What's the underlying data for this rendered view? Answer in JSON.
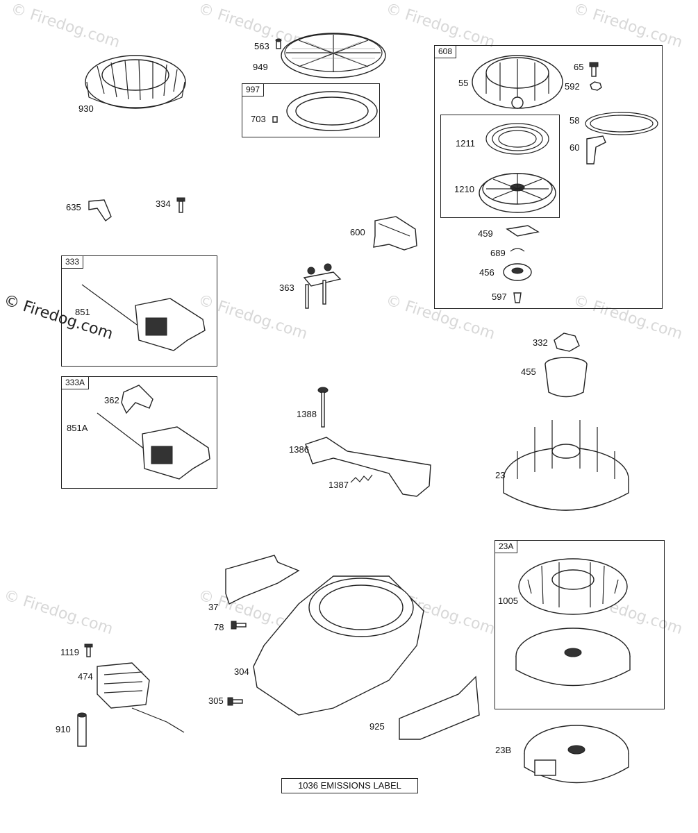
{
  "watermark": {
    "text": "© Firedog.com"
  },
  "group_tags": {
    "g997": "997",
    "g608": "608",
    "g333": "333",
    "g333A": "333A",
    "g23A": "23A"
  },
  "labels": {
    "p930": "930",
    "p563": "563",
    "p949": "949",
    "p703": "703",
    "p55": "55",
    "p65": "65",
    "p592": "592",
    "p58": "58",
    "p60": "60",
    "p1211": "1211",
    "p1210": "1210",
    "p459": "459",
    "p689": "689",
    "p456": "456",
    "p597": "597",
    "p635": "635",
    "p334": "334",
    "p600": "600",
    "p363": "363",
    "p851": "851",
    "p362": "362",
    "p851A": "851A",
    "p332": "332",
    "p455": "455",
    "p1388": "1388",
    "p1386": "1386",
    "p1387": "1387",
    "p23": "23",
    "p37": "37",
    "p78": "78",
    "p304": "304",
    "p305": "305",
    "p925": "925",
    "p1119": "1119",
    "p474": "474",
    "p910": "910",
    "p1005": "1005",
    "p23B": "23B"
  },
  "emissions_label": "1036 EMISSIONS LABEL"
}
